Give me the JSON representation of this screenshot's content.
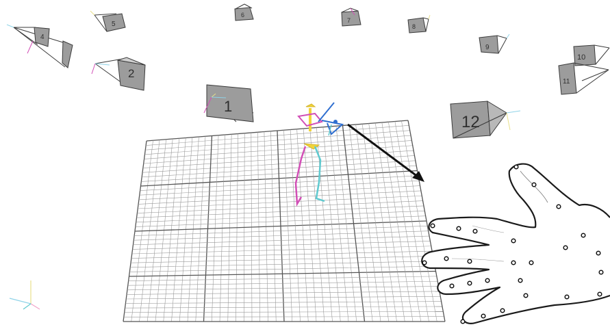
{
  "cameras": [
    {
      "id": "1",
      "label": "1"
    },
    {
      "id": "2",
      "label": "2"
    },
    {
      "id": "4",
      "label": "4"
    },
    {
      "id": "5",
      "label": "5"
    },
    {
      "id": "6",
      "label": "6"
    },
    {
      "id": "7",
      "label": "7"
    },
    {
      "id": "8",
      "label": "8"
    },
    {
      "id": "9",
      "label": "9"
    },
    {
      "id": "10",
      "label": "10"
    },
    {
      "id": "11",
      "label": "11"
    },
    {
      "id": "12",
      "label": "12"
    }
  ],
  "colors": {
    "background": "#ffffff",
    "grid_line": "#9a9a9a",
    "grid_major": "#555555",
    "camera_face": "#9c9c9c",
    "camera_edge": "#3a3a3a",
    "skeleton_left": "#d24fb6",
    "skeleton_right": "#5fc9cf",
    "skeleton_head": "#f2d43a",
    "skeleton_arm_blue": "#2f6fd0",
    "arrow": "#111111",
    "axis_x": "#f2a3c8",
    "axis_y": "#e8e08a",
    "axis_z": "#8fd3e8"
  },
  "icons": {
    "camera": "camera-pyramid-icon",
    "axes": "coordinate-axes-icon",
    "marker": "marker-dot-icon"
  }
}
